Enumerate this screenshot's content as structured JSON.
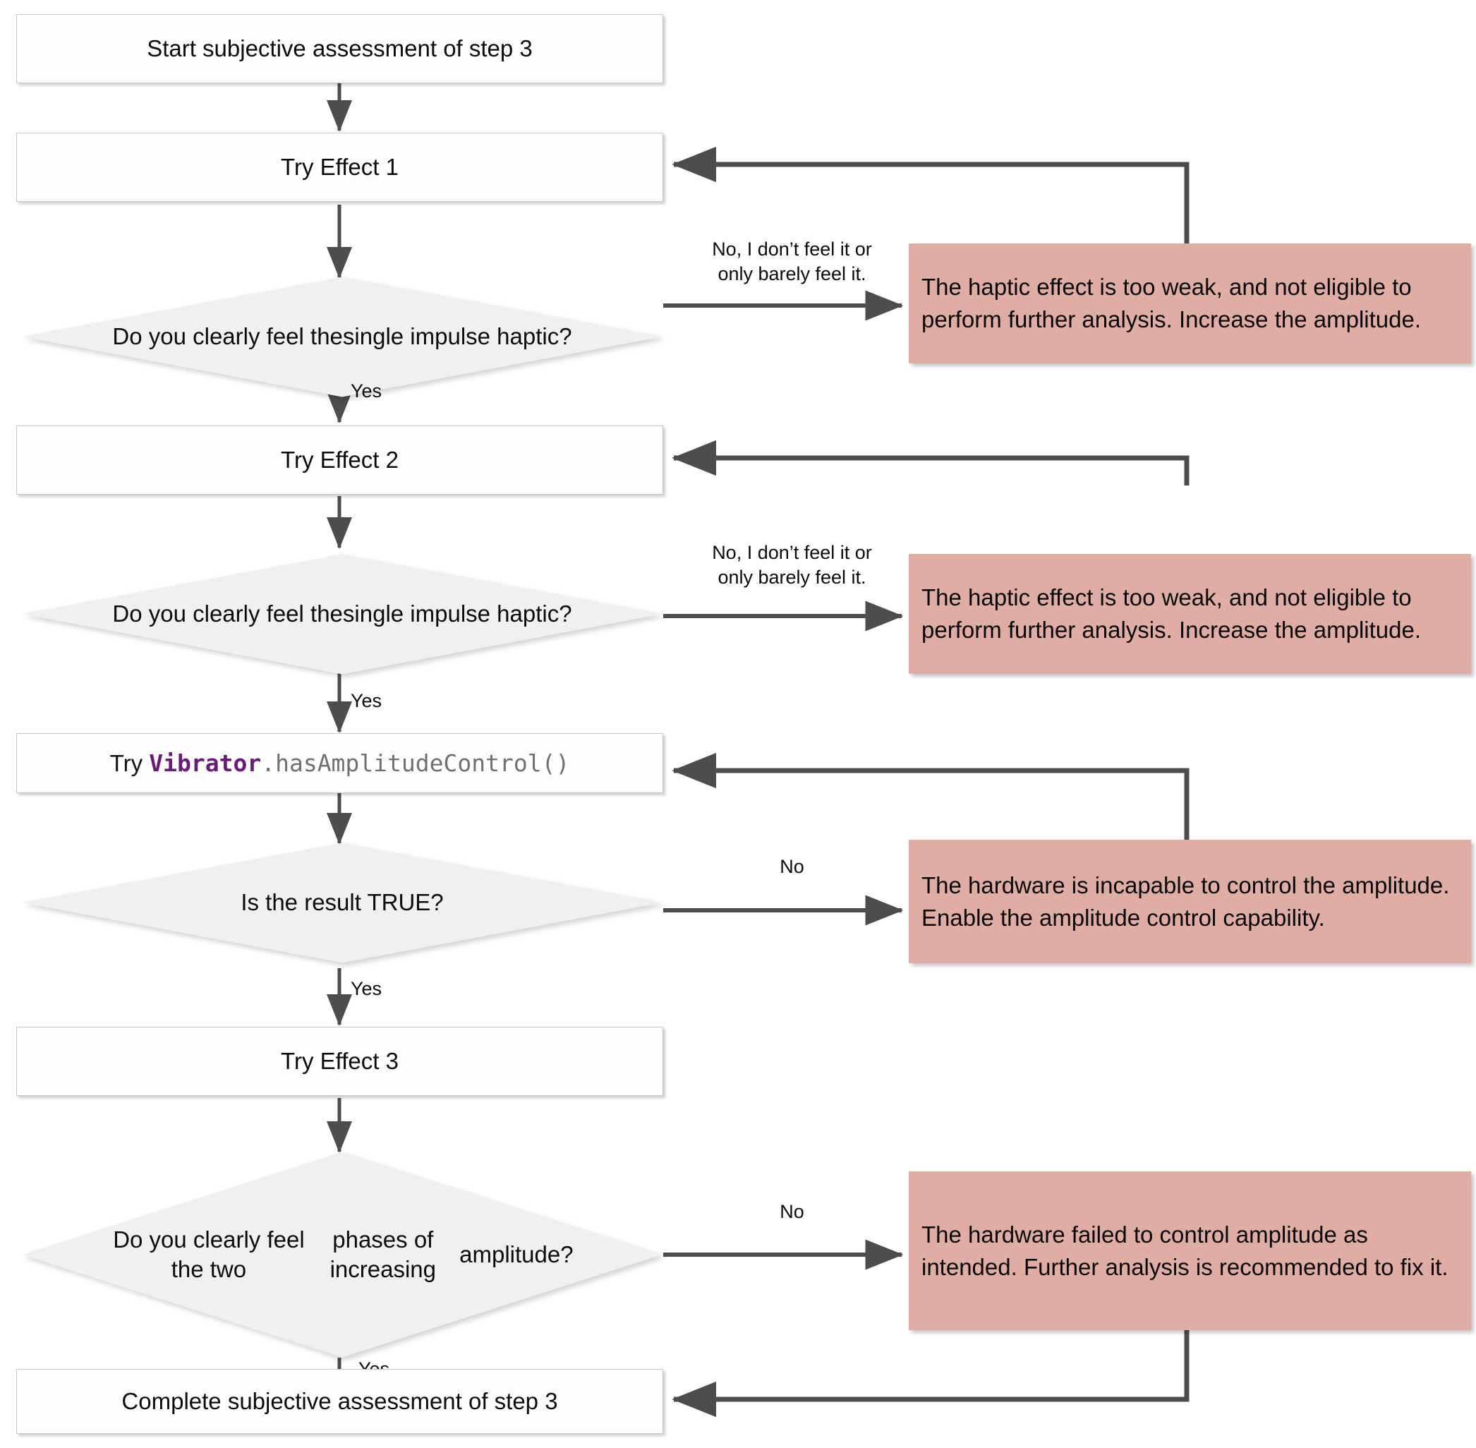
{
  "diagram": {
    "type": "flowchart",
    "title": "Subjective assessment of step 3",
    "colors": {
      "process_fill": "#fefefe",
      "process_border": "#c8c8c8",
      "decision_fill": "#f0f0f0",
      "warning_fill": "#e0ada5",
      "connector": "#4d4d4d",
      "text": "#0b0b0b",
      "code_class": "#6a1b7a",
      "code_method": "#707070"
    },
    "nodes": {
      "start": "Start subjective assessment of step 3",
      "effect1": "Try Effect 1",
      "decision1_line1": "Do you clearly feel the",
      "decision1_line2": "single impulse haptic?",
      "warn1": "The haptic effect is too weak, and not eligible to perform further analysis. Increase the amplitude.",
      "effect2": "Try Effect 2",
      "decision2_line1": "Do you clearly feel the",
      "decision2_line2": "single impulse haptic?",
      "warn2": "The haptic effect is too weak, and not eligible to perform further analysis. Increase the amplitude.",
      "code_prefix": "Try ",
      "code_class": "Vibrator",
      "code_method": ".hasAmplitudeControl()",
      "decision3": "Is the result TRUE?",
      "warn3": "The hardware is incapable to control the amplitude. Enable the amplitude control capability.",
      "effect3": "Try Effect 3",
      "decision4_line1": "Do you clearly feel the two",
      "decision4_line2": "phases of increasing",
      "decision4_line3": "amplitude?",
      "warn4": "The hardware failed to control amplitude as intended. Further analysis is recommended to fix it.",
      "complete": "Complete subjective assessment of step 3"
    },
    "edge_labels": {
      "no_feel_1": "No, I don’t feel it or\nonly barely feel it.",
      "yes_1": "Yes",
      "no_feel_2": "No, I don’t feel it or\nonly barely feel it.",
      "yes_2": "Yes",
      "no_3": "No",
      "yes_3": "Yes",
      "no_4": "No",
      "yes_4": "Yes"
    }
  }
}
